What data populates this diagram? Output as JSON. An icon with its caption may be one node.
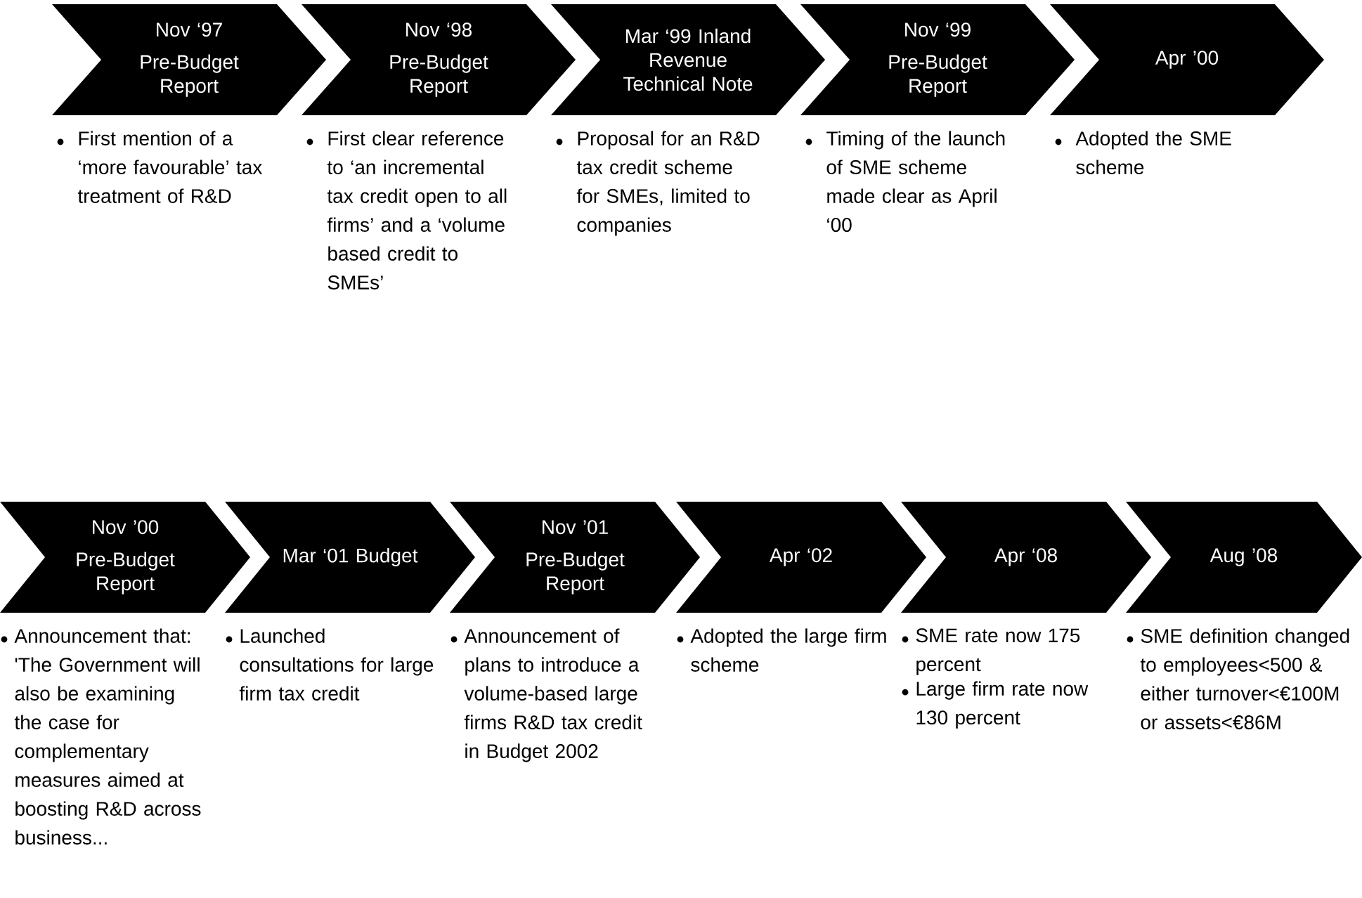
{
  "diagram": {
    "nodes": [
      {
        "text": [
          "Nov ‘97",
          "Pre-Budget Report"
        ],
        "beside": [
          "First mention of a ‘more favourable’ tax treatment of R&D"
        ]
      },
      {
        "text": [
          "Nov ‘98",
          "Pre-Budget Report"
        ],
        "beside": [
          "First clear reference to ‘an incremental tax credit open to all firms’ and a ‘volume based credit to SMEs’"
        ]
      },
      {
        "text": [
          "Mar ‘99 Inland Revenue Technical Note"
        ],
        "beside": [
          "Proposal for an R&D tax credit scheme for SMEs, limited to companies"
        ]
      },
      {
        "text": [
          "Nov ‘99",
          "Pre-Budget Report"
        ],
        "beside": [
          "Timing of the launch of SME scheme made clear as April ‘00"
        ]
      },
      {
        "text": [
          "Apr ’00"
        ],
        "beside": [
          "Adopted the SME scheme"
        ]
      },
      {
        "text": [
          "Nov ’00",
          "Pre-Budget Report"
        ],
        "beside": [
          "Announcement that: 'The Government will also be examining the case for complementary measures aimed at boosting R&D across business..."
        ]
      },
      {
        "text": [
          "Mar ‘01 Budget"
        ],
        "beside": [
          "Launched consultations for large firm tax credit"
        ]
      },
      {
        "text": [
          "Nov ’01",
          "Pre-Budget Report"
        ],
        "beside": [
          "Announcement of plans to introduce a volume-based large firms R&D tax credit in Budget 2002"
        ]
      },
      {
        "text": [
          "Apr ‘02"
        ],
        "beside": [
          "Adopted the large firm scheme"
        ]
      },
      {
        "text": [
          "Apr ‘08"
        ],
        "beside": [
          "SME rate now 175 percent",
          "Large firm rate now 130 percent"
        ]
      },
      {
        "text": [
          "Aug ’08"
        ],
        "beside": [
          "SME definition changed to employees<500 & either turnover<€100M or assets<€86M"
        ]
      }
    ]
  }
}
